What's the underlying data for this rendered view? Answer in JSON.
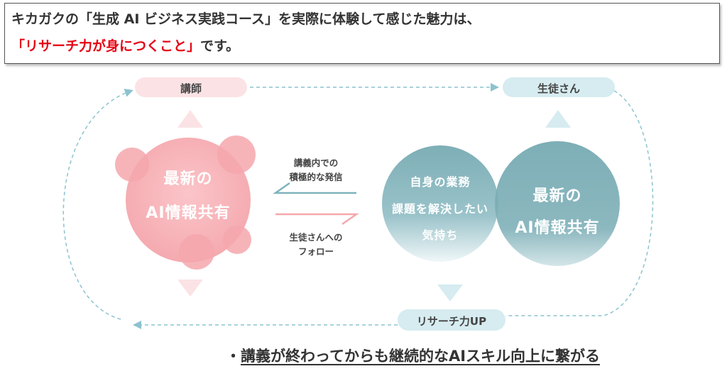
{
  "header": {
    "line1": "キカガクの「生成 AI ビジネス実践コース」を実際に体験して感じた魅力は、",
    "line2_highlight": "「リサーチ力が身につくこと」",
    "line2_suffix": "です。"
  },
  "nodes": {
    "teacher": "講師",
    "student": "生徒さん",
    "research": "リサーチ力UP"
  },
  "left_circle": {
    "line1": "最新の",
    "line2": "AI情報共有"
  },
  "right_left_circle": {
    "line1": "自身の業務",
    "line2": "課題を解決したい",
    "line3": "気持ち"
  },
  "right_right_circle": {
    "line1": "最新の",
    "line2": "AI情報共有"
  },
  "arrows": {
    "top_line1": "講義内での",
    "top_line2": "積極的な発信",
    "bottom_line1": "生徒さんへの",
    "bottom_line2": "フォロー"
  },
  "footer": {
    "bullet": "・",
    "text": "講義が終わってからも継続的なAIスキル向上に繋がる"
  },
  "colors": {
    "pink": "#f4a7ad",
    "pink_light": "#fbe3e5",
    "teal": "#7fb3bc",
    "teal_light": "#d6ecf0",
    "dash": "#8cc3cf",
    "highlight": "#e60012"
  }
}
